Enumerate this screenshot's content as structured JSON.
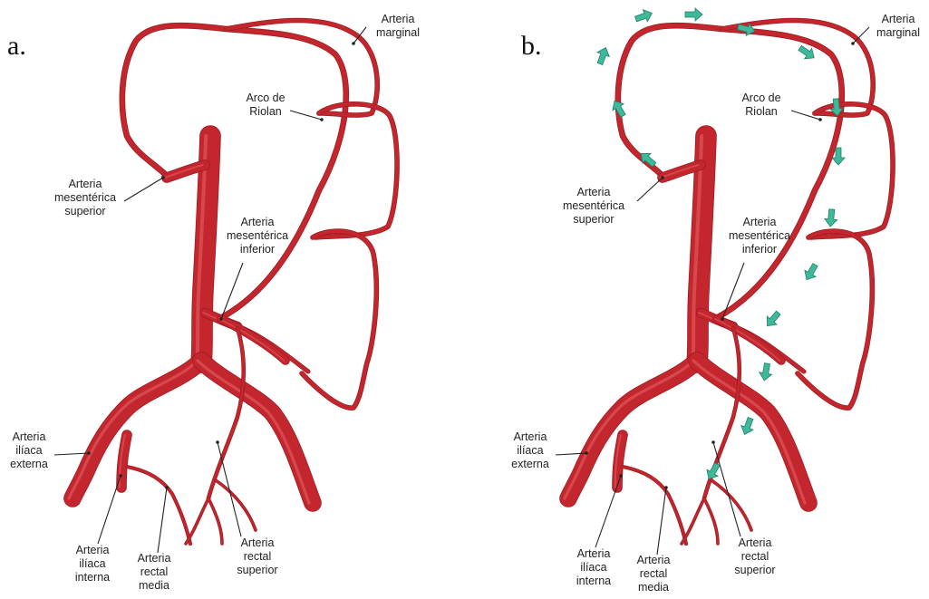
{
  "colors": {
    "artery": "#c4262e",
    "artery_dark": "#9e1c22",
    "artery_light": "#e0565c",
    "arrow": "#3fb99a",
    "leader": "#222222"
  },
  "panels": [
    {
      "id": "a",
      "letter": "a.",
      "labels": {
        "marginal": "Arteria\nmarginal",
        "riolan": "Arco de\nRiolan",
        "sma": "Arteria\nmesentérica\nsuperior",
        "ima": "Arteria\nmesentérica\ninferior",
        "ext_iliac": "Arteria\nilíaca\nexterna",
        "int_iliac": "Arteria\nilíaca\ninterna",
        "mid_rectal": "Arteria\nrectal\nmedia",
        "sup_rectal": "Arteria\nrectal\nsuperior"
      },
      "flow_arrows": false
    },
    {
      "id": "b",
      "letter": "b.",
      "labels": {
        "marginal": "Arteria\nmarginal",
        "riolan": "Arco de\nRiolan",
        "sma": "Arteria\nmesentérica\nsuperior",
        "ima": "Arteria\nmesentérica\ninferior",
        "ext_iliac": "Arteria\nilíaca\nexterna",
        "int_iliac": "Arteria\nilíaca\ninterna",
        "mid_rectal": "Arteria\nrectal\nmedia",
        "sup_rectal": "Arteria\nrectal\nsuperior"
      },
      "flow_arrows": true
    }
  ]
}
